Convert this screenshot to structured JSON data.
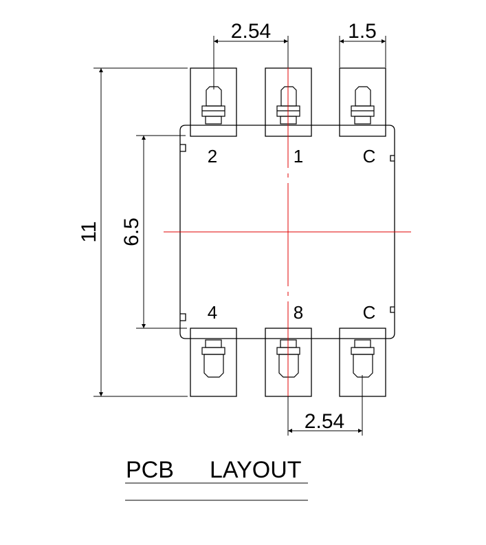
{
  "drawing": {
    "caption_left": "PCB",
    "caption_right": "LAYOUT",
    "colors": {
      "line": "#000000",
      "centerline": "#e00000",
      "background": "#ffffff"
    }
  },
  "dimensions": {
    "top_pitch": "2.54",
    "pad_width": "1.5",
    "overall_height": "11",
    "body_height": "6.5",
    "bottom_pitch": "2.54"
  },
  "pins": {
    "top_left": "2",
    "top_center": "1",
    "top_right": "C",
    "bottom_left": "4",
    "bottom_center": "8",
    "bottom_right": "C"
  }
}
